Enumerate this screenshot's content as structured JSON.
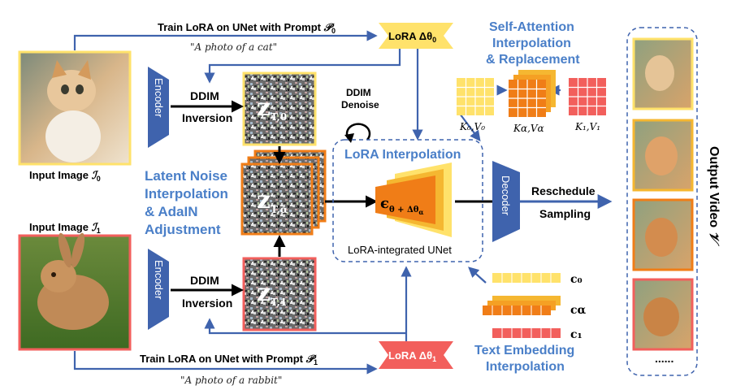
{
  "labels": {
    "train_top": "Train LoRA on UNet with Prompt",
    "prompt0_sym": "𝒫",
    "prompt0_sub": "0",
    "prompt0_text": "\"A photo of a cat\"",
    "lora0": "LoRA Δθ",
    "lora0_sub": "0",
    "encoder": "Encoder",
    "decoder": "Decoder",
    "ddim": "DDIM",
    "inversion": "Inversion",
    "ddim_denoise_1": "DDIM",
    "ddim_denoise_2": "Denoise",
    "z_sym": "z",
    "zt0_sub": "T,0",
    "ztalpha_sub": "T,α",
    "zt1_sub": "T,1",
    "input0": "Input Image",
    "input0_sym": "ℐ",
    "input0_sub": "0",
    "input1": "Input Image",
    "input1_sym": "ℐ",
    "input1_sub": "1",
    "latent_1": "Latent Noise",
    "latent_2": "Interpolation",
    "latent_3": "& AdaIN",
    "latent_4": "Adjustment",
    "lora_interp": "LoRA Interpolation",
    "eps": "ϵ",
    "eps_sub": "θ + Δθ",
    "eps_subsub": "α",
    "unet": "LoRA-integrated UNet",
    "resched_1": "Reschedule",
    "resched_2": "Sampling",
    "sa_1": "Self-Attention",
    "sa_2": "Interpolation",
    "sa_3": "& Replacement",
    "k0v0": "K₀,V₀",
    "kava": "Kα,Vα",
    "k1v1": "K₁,V₁",
    "c0": "c₀",
    "ca": "cα",
    "c1": "c₁",
    "te_1": "Text Embedding",
    "te_2": "Interpolation",
    "output_video": "Output Video",
    "output_sym": "𝒱",
    "ellipsis": "......",
    "train_bottom": "Train LoRA on UNet with Prompt",
    "prompt1_sym": "𝒫",
    "prompt1_sub": "1",
    "prompt1_text": "\"A photo of a rabbit\"",
    "lora1": "LoRA Δθ",
    "lora1_sub": "1"
  },
  "colors": {
    "blue_arrow": "#3f63ad",
    "blue_text": "#4a7fc8",
    "yellow": "#ffe26b",
    "orange": "#f07d17",
    "red": "#f25f5c",
    "encoder": "#3f63ad"
  }
}
